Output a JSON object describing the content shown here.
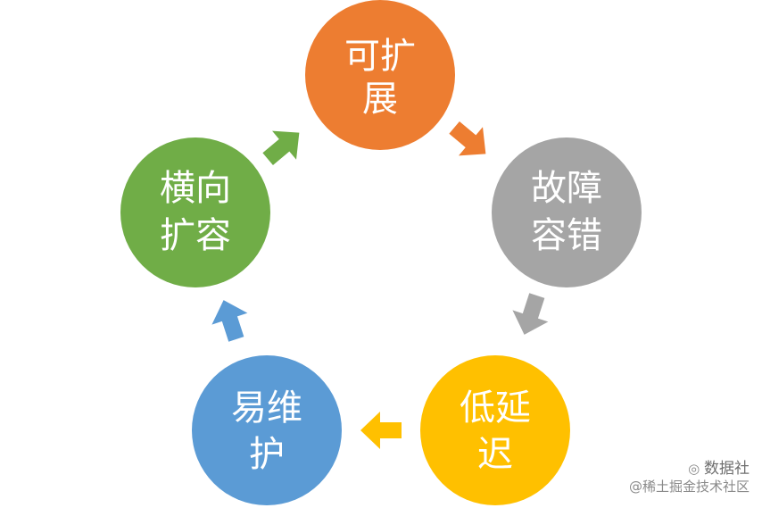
{
  "nodes": [
    {
      "id": "scalable",
      "lines": [
        "可扩",
        "展"
      ],
      "color": "#ED7D31"
    },
    {
      "id": "fault-tolerant",
      "lines": [
        "故障",
        "容错"
      ],
      "color": "#A5A5A5"
    },
    {
      "id": "low-latency",
      "lines": [
        "低延",
        "迟"
      ],
      "color": "#FFC000"
    },
    {
      "id": "maintainable",
      "lines": [
        "易维",
        "护"
      ],
      "color": "#5B9BD5"
    },
    {
      "id": "horizontal-scaling",
      "lines": [
        "横向",
        "扩容"
      ],
      "color": "#70AD47"
    }
  ],
  "watermark": {
    "brand": "数据社",
    "site": "@稀土掘金技术社区"
  }
}
